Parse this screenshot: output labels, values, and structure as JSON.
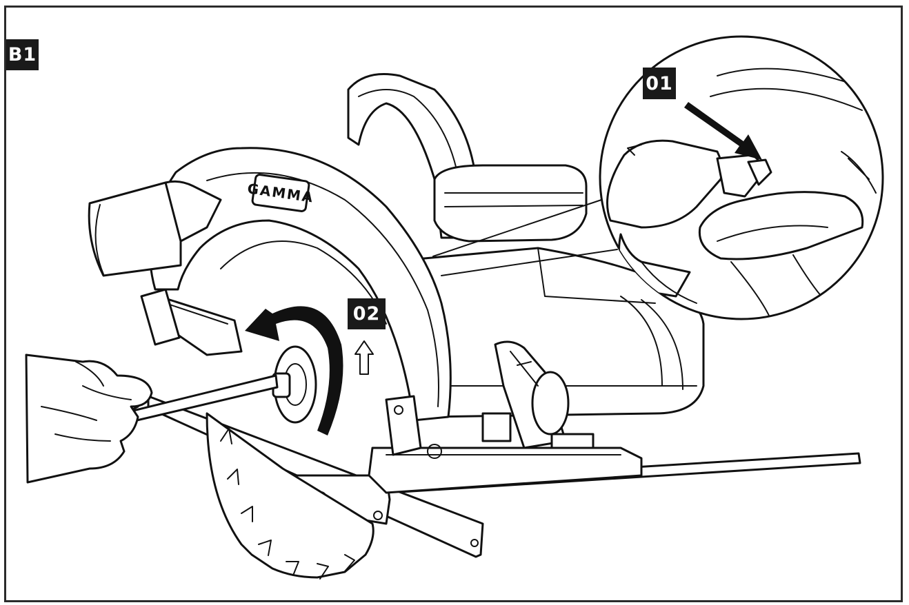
{
  "figure": {
    "panel_label": "B1",
    "callout_1": "01",
    "callout_2": "02",
    "brand_marking": "GAMMA"
  },
  "colors": {
    "line": "#111111",
    "label_background": "#1a1a1a",
    "label_text": "#ffffff",
    "background": "#ffffff"
  },
  "icons": [
    "circular-saw",
    "hex-key",
    "rotation-arrow",
    "direction-arrow",
    "spindle-lock-pointer-arrow",
    "magnifier-callout"
  ]
}
